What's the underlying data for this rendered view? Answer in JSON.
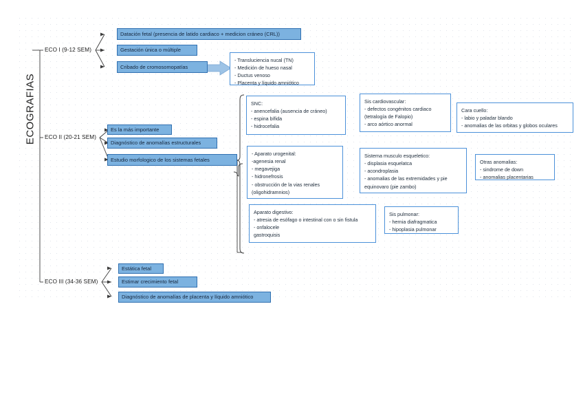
{
  "diagram": {
    "title": "ECOGRAFIAS",
    "colors": {
      "node_fill": "#7cb2e0",
      "node_border": "#2f6fb0",
      "detail_border": "#4a90d9",
      "arrow_fill": "#9dc3e6",
      "line": "#3b3b3b"
    },
    "branches": [
      {
        "id": "eco1",
        "label": "ECO I (9-12 SEM)",
        "items": [
          "Datación fetal  (presencia de latido cardiaco + medicion cráneo (CRL))",
          "Gestación única o múltiple",
          "Cribado de cromosomopatías"
        ]
      },
      {
        "id": "eco2",
        "label": "ECO II (20-21 SEM)",
        "items": [
          "Es la más importante",
          "Diagnóstico de anomalías estructurales",
          "Estudio morfologico de los sistemas fetales"
        ]
      },
      {
        "id": "eco3",
        "label": "ECO III (34-36 SEM)",
        "items": [
          "Estática fetal",
          "Estimar crecimiento fetal",
          "Diagnóstico de anomalías de placenta y líquido amniótico"
        ]
      }
    ],
    "cribado_detail": {
      "lines": [
        "- Transluciencia nucal (TN)",
        "- Medición de hueso nasal",
        "- Ductus venoso",
        "- Placenta y líquido amniótico"
      ]
    },
    "systems": [
      {
        "id": "snc",
        "lines": [
          "SNC:",
          "- anencefalia (ausencia de cráneo)",
          "- espina bífida",
          "- hidrocefalia"
        ]
      },
      {
        "id": "cardiovascular",
        "lines": [
          "Sis cardiovascular:",
          "- defectos congénitos cardiaco",
          "(tetralogía de Falopio)",
          "- arco aórtico anormal"
        ]
      },
      {
        "id": "cara-cuello",
        "lines": [
          "Cara cuello:",
          "- labio y paladar blando",
          "- anomalias de las orbitas y globos oculares"
        ]
      },
      {
        "id": "urogenital",
        "lines": [
          "- Aparato urogenital:",
          "-agenesia renal",
          "- megavejiga",
          "- hidronefrosis",
          "- obstrucción de la vias renales",
          "(oligohidramnios)"
        ]
      },
      {
        "id": "musculo-esqueletico",
        "lines": [
          "Sistema musculo esqueletico:",
          "- displasia esquelatca",
          "- acondroplasia",
          "- anomalias de las extremidades y pie",
          "equinovaro (pie zambo)"
        ]
      },
      {
        "id": "otras-anomalias",
        "lines": [
          "Otras anomalias:",
          "- sindrome de down",
          "- anomalias placentarias"
        ]
      },
      {
        "id": "digestivo",
        "lines": [
          "Aparato digestivo:",
          "- atresia de esófago o intestinal con o sin fistula",
          "- onfalocele",
          "  gastroquisis"
        ]
      },
      {
        "id": "pulmonar",
        "lines": [
          "Sis pulmonar:",
          "- hernia diafragmatica",
          "- hipoplasia pulmonar"
        ]
      }
    ]
  }
}
